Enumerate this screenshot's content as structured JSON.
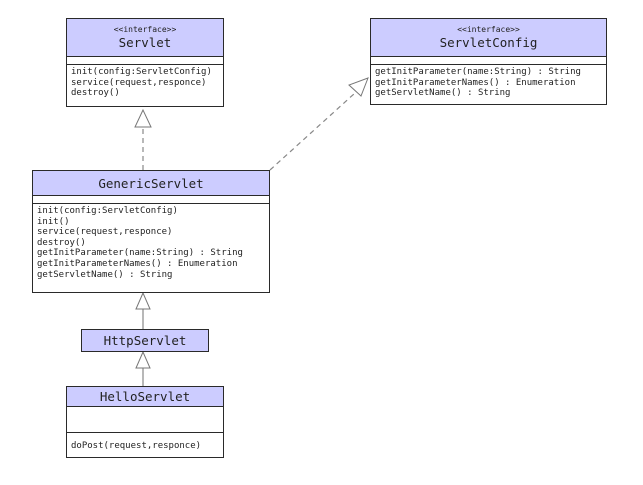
{
  "servlet": {
    "stereotype": "<<interface>>",
    "name": "Servlet",
    "operations": [
      "init(config:ServletConfig)",
      "service(request,responce)",
      "destroy()"
    ]
  },
  "servlet_config": {
    "stereotype": "<<interface>>",
    "name": "ServletConfig",
    "operations": [
      "getInitParameter(name:String) : String",
      "getInitParameterNames() : Enumeration",
      "getServletName() : String"
    ]
  },
  "generic_servlet": {
    "name": "GenericServlet",
    "operations": [
      "init(config:ServletConfig)",
      "init()",
      "service(request,responce)",
      "destroy()",
      "getInitParameter(name:String) : String",
      "getInitParameterNames() : Enumeration",
      "getServletName() : String"
    ]
  },
  "http_servlet": {
    "name": "HttpServlet"
  },
  "hello_servlet": {
    "name": "HelloServlet",
    "operations": [
      "doPost(request,responce)"
    ]
  }
}
